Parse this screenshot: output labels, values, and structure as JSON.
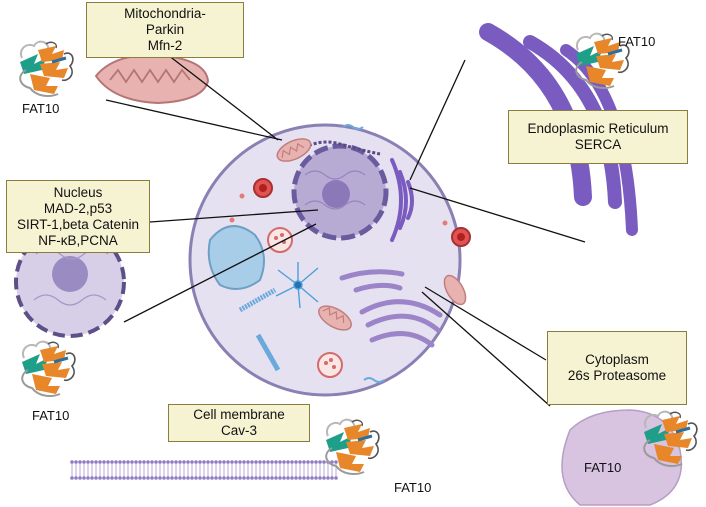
{
  "labels": {
    "mitochondria": {
      "lines": [
        "Mitochondria-",
        "Parkin",
        "Mfn-2"
      ]
    },
    "er": {
      "lines": [
        "Endoplasmic Reticulum",
        "SERCA"
      ]
    },
    "nucleus": {
      "lines": [
        "Nucleus",
        "MAD-2,p53",
        "SIRT-1,beta Catenin",
        "NF-κB,PCNA"
      ]
    },
    "cytoplasm": {
      "lines": [
        "Cytoplasm",
        "26s Proteasome"
      ]
    },
    "membrane": {
      "lines": [
        "Cell membrane",
        "Cav-3"
      ]
    }
  },
  "fat10_labels": {
    "top_left": "FAT10",
    "top_right": "FAT10",
    "left": "FAT10",
    "bottom_center": "FAT10",
    "bottom_right": "FAT10"
  },
  "icons": [
    "protein-structure-icon",
    "mitochondrion-icon",
    "nucleus-icon",
    "endoplasmic-reticulum-icon",
    "golgi-icon",
    "lysosome-icon",
    "vacuole-icon",
    "centrosome-icon",
    "membrane-bilayer-icon"
  ],
  "colors": {
    "cell_fill": "#e6e1f1",
    "cell_stroke": "#8b80b3",
    "nucleus_fill": "#b7abd4",
    "er_purple": "#7a5cc0",
    "mito_fill": "#e8b2b0",
    "label_box": "#f6f3d2"
  }
}
